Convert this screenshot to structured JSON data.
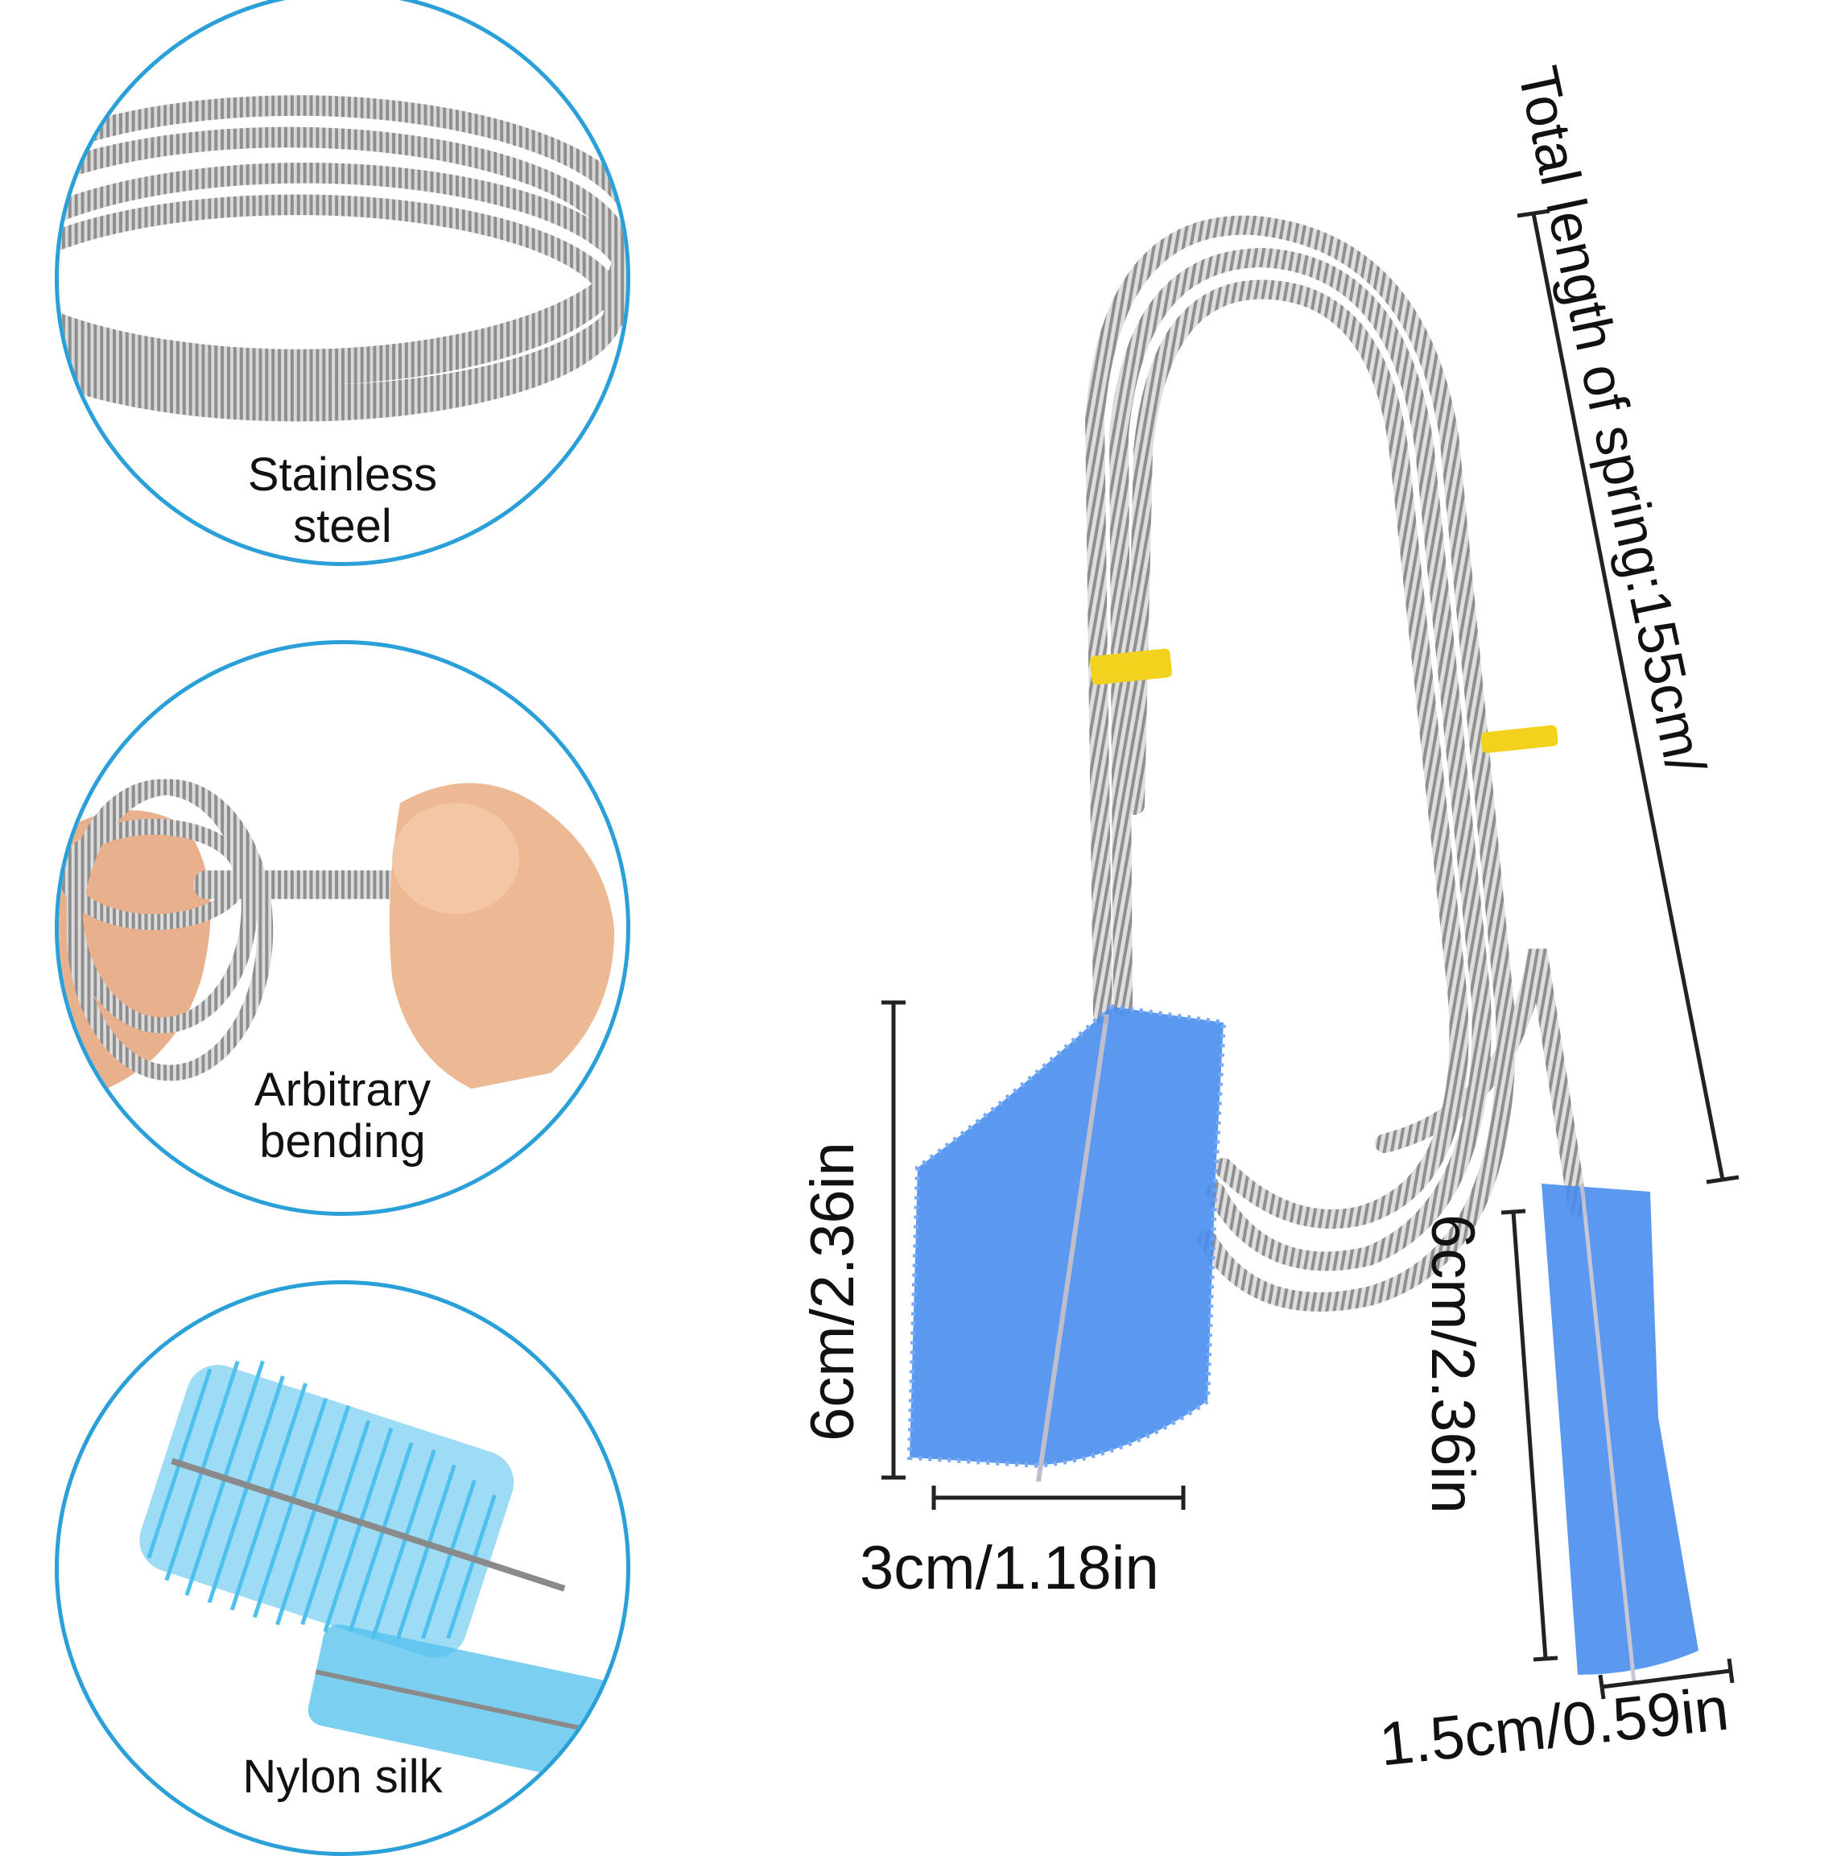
{
  "features": [
    {
      "label_line1": "Stainless",
      "label_line2": "steel"
    },
    {
      "label_line1": "Arbitrary",
      "label_line2": "bending"
    },
    {
      "label_line1": "Nylon silk",
      "label_line2": ""
    }
  ],
  "dimensions": {
    "total_length": "Total length of spring:155cm/",
    "large_brush_height": "6cm/2.36in",
    "large_brush_width": "3cm/1.18in",
    "small_brush_height": "6cm/2.36in",
    "small_brush_width": "1.5cm/0.59in"
  },
  "colors": {
    "circle_border": "#2a9fd8",
    "steel": "#9a9a9a",
    "brush_blue": "#4a8ef0",
    "nylon_cyan": "#4fc0ee",
    "tie_yellow": "#f2d21c"
  }
}
